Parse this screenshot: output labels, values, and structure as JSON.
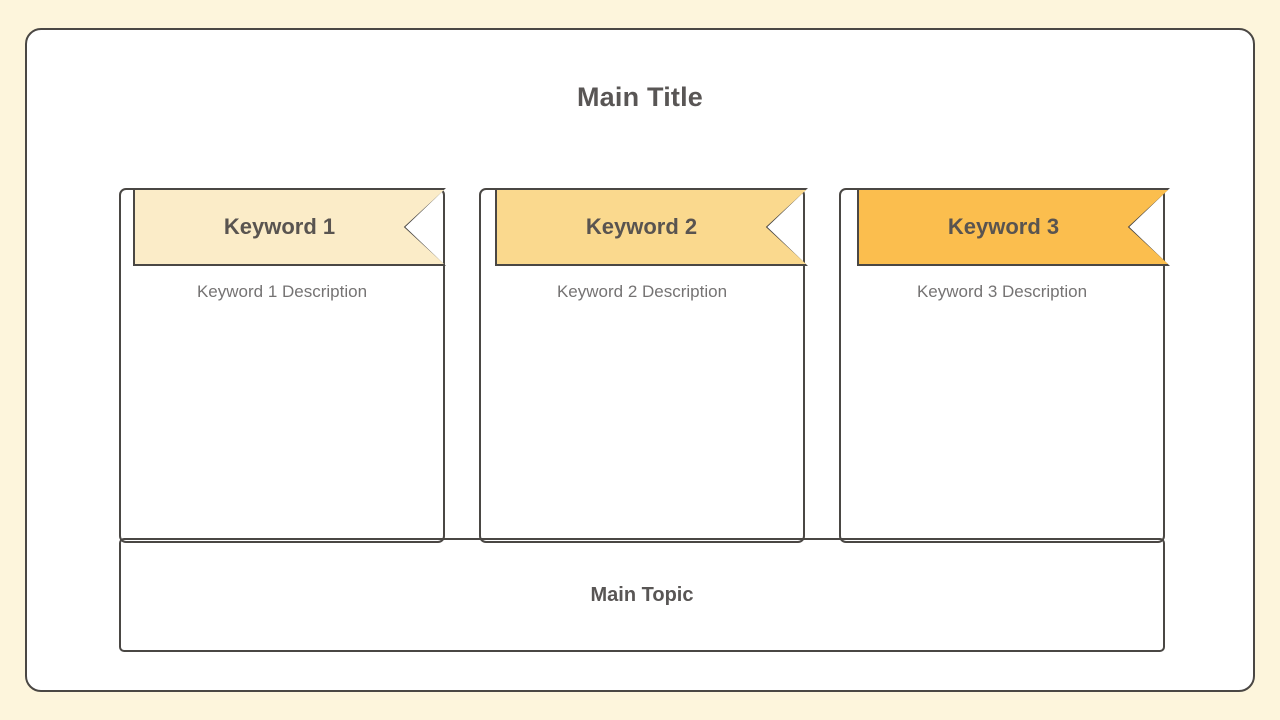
{
  "slide": {
    "background_color": "#FDF5DC",
    "canvas_color": "#FFFFFF",
    "border_color": "#4A4744",
    "title": "Main Title"
  },
  "columns": [
    {
      "keyword": "Keyword 1",
      "description": "Keyword 1 Description",
      "banner_color": "#FBECC8",
      "banner_text_color": "#595450"
    },
    {
      "keyword": "Keyword 2",
      "description": "Keyword 2 Description",
      "banner_color": "#FAD98E",
      "banner_text_color": "#595450"
    },
    {
      "keyword": "Keyword 3",
      "description": "Keyword 3 Description",
      "banner_color": "#FBBE4E",
      "banner_text_color": "#595450"
    }
  ],
  "footer": {
    "main_topic": "Main Topic"
  }
}
